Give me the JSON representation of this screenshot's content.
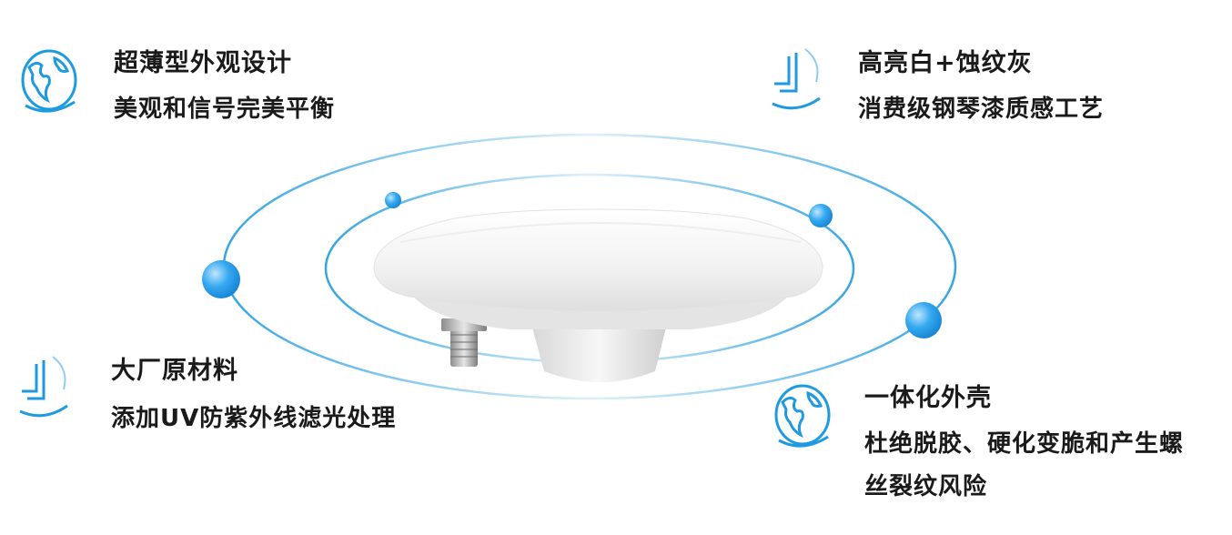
{
  "features": [
    {
      "icon": "globe-icon",
      "title": "超薄型外观设计",
      "desc": [
        "美观和信号完美平衡"
      ]
    },
    {
      "icon": "corner-bracket-icon",
      "title": "高亮白+蚀纹灰",
      "desc": [
        "消费级钢琴漆质感工艺"
      ]
    },
    {
      "icon": "corner-bracket-icon",
      "title": "大厂原材料",
      "desc": [
        "添加UV防紫外线滤光处理"
      ]
    },
    {
      "icon": "globe-icon",
      "title": "一体化外壳",
      "desc": [
        "杜绝脱胶、硬化变脆和产生螺",
        "丝裂纹风险"
      ]
    }
  ],
  "colors": {
    "accent": "#1e9be0",
    "text": "#1a1a1a"
  }
}
